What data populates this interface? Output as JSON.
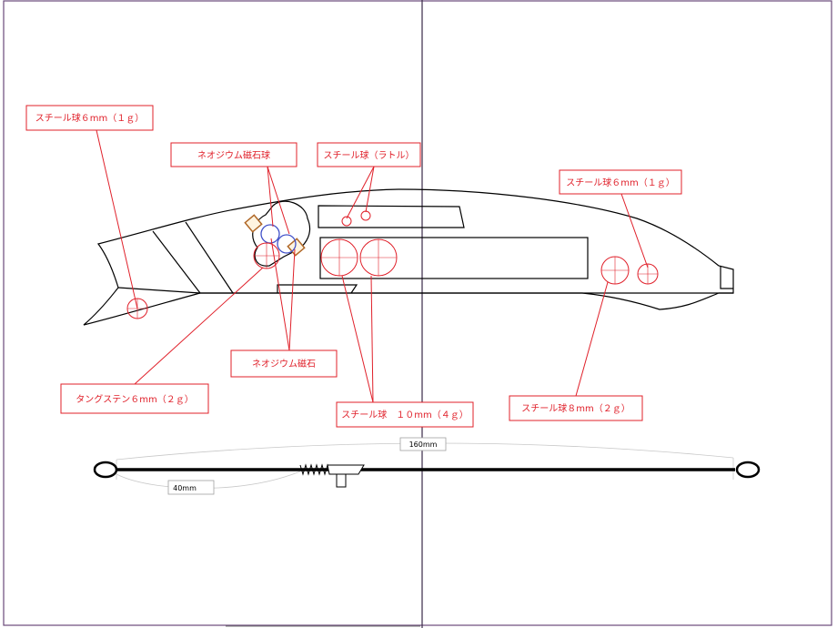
{
  "colors": {
    "outline": "#000000",
    "annotation": "#e0202a",
    "magnet": "#4050c8",
    "holder": "#b06828",
    "frame": "#6a4a7a",
    "dimension_line": "#c8c8c8"
  },
  "labels": {
    "steel_6mm_left": "スチール球６mm（１ｇ）",
    "neodymium_ball": "ネオジウム磁石球",
    "steel_rattle": "スチール球（ラトル）",
    "steel_6mm_right": "スチール球６mm（１ｇ）",
    "neodymium_magnet": "ネオジウム磁石",
    "tungsten_6mm": "タングステン６mm（２ｇ）",
    "steel_10mm": "スチール球　１０mm（４ｇ）",
    "steel_8mm": "スチール球８mm（２ｇ）"
  },
  "dimensions": {
    "wire_total": "160mm",
    "wire_partial": "40mm"
  }
}
